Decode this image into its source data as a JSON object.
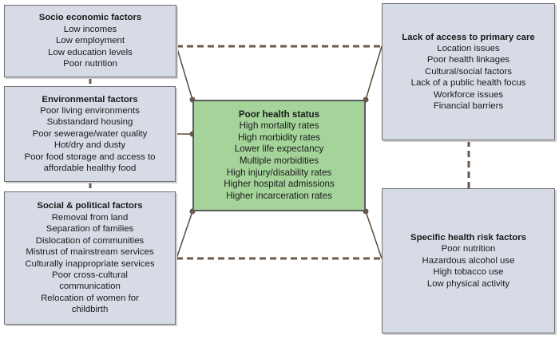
{
  "boxes": {
    "socio_economic": {
      "title": "Socio economic factors",
      "items": [
        "Low incomes",
        "Low employment",
        "Low education levels",
        "Poor nutrition"
      ]
    },
    "environmental": {
      "title": "Environmental factors",
      "items": [
        "Poor living environments",
        "Substandard housing",
        "Poor sewerage/water quality",
        "Hot/dry and dusty",
        "Poor food storage and access to",
        "affordable healthy food"
      ]
    },
    "social_political": {
      "title": "Social & political factors",
      "items": [
        "Removal from land",
        "Separation of families",
        "Dislocation of communities",
        "Mistrust of mainstream services",
        "Culturally inappropriate services",
        "Poor cross-cultural",
        "communication",
        "Relocation of women for",
        "childbirth"
      ]
    },
    "poor_health": {
      "title": "Poor health status",
      "items": [
        "High mortality rates",
        "High morbidity rates",
        "Lower life expectancy",
        "Multiple morbidities",
        "High injury/disability rates",
        "Higher hospital admissions",
        "Higher incarceration rates"
      ]
    },
    "primary_care": {
      "title": "Lack of access to primary care",
      "items": [
        "Location issues",
        "Poor health linkages",
        "Cultural/social factors",
        "Lack of a public health focus",
        "Workforce issues",
        "Financial barriers"
      ]
    },
    "risk_factors": {
      "title": "Specific health risk factors",
      "items": [
        "Poor nutrition",
        "Hazardous alcohol use",
        "High tobacco use",
        "Low physical activity"
      ]
    }
  },
  "colors": {
    "side_box_fill": "#d7dbe5",
    "center_box_fill": "#a5d49a",
    "connector": "#6b5a4a"
  }
}
